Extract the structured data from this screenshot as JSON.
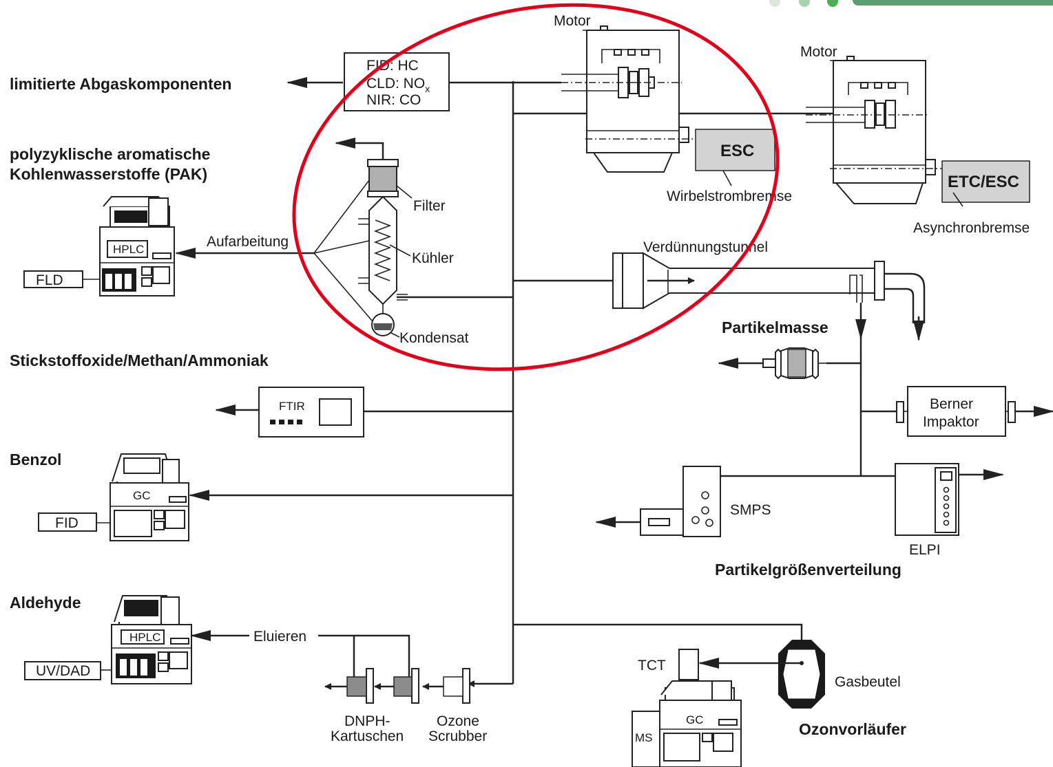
{
  "categories": {
    "limited": "limitierte Abgaskomponenten",
    "pak_line1": "polyzyklische aromatische",
    "pak_line2": "Kohlenwasserstoffe (PAK)",
    "nox": "Stickstoffoxide/Methan/Ammoniak",
    "benzol": "Benzol",
    "aldehyde": "Aldehyde",
    "particle_mass": "Partikelmasse",
    "particle_size": "Partikelgrößenverteilung",
    "ozone_precursor": "Ozonvorläufer"
  },
  "analyzer": {
    "line1": "FID: HC",
    "line2_prefix": "CLD: NO",
    "line2_sub": "x",
    "line3": "NIR: CO"
  },
  "engines": {
    "motor1": "Motor",
    "motor2": "Motor",
    "esc": "ESC",
    "etc_esc": "ETC/ESC",
    "eddy_brake": "Wirbelstrombremse",
    "async_brake": "Asynchronbremse"
  },
  "pak": {
    "filter": "Filter",
    "cooler": "Kühler",
    "condensate": "Kondensat",
    "processing": "Aufarbeitung",
    "hplc": "HPLC",
    "fld": "FLD"
  },
  "tunnel": {
    "label": "Verdünnungstunnel"
  },
  "ftir": {
    "label": "FTIR"
  },
  "gc": {
    "label": "GC",
    "fid": "FID"
  },
  "aldehyde": {
    "hplc": "HPLC",
    "detector": "UV/DAD",
    "elute": "Eluieren",
    "dnph_line1": "DNPH-",
    "dnph_line2": "Kartuschen",
    "ozone_line1": "Ozone",
    "ozone_line2": "Scrubber"
  },
  "particles": {
    "berner_line1": "Berner",
    "berner_line2": "Impaktor",
    "smps": "SMPS",
    "elpi": "ELPI"
  },
  "ozone": {
    "tct": "TCT",
    "gasbag": "Gasbeutel",
    "gc": "GC",
    "ms": "MS"
  },
  "colors": {
    "highlight_ellipse": "#e3001b",
    "filter_grey": "#b0b0b0",
    "header_green": "#5a9e6f"
  }
}
